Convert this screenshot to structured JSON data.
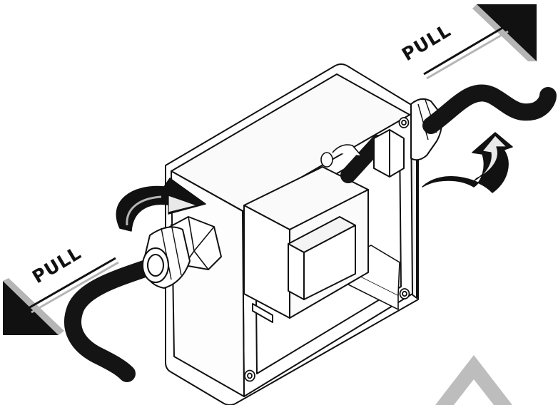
{
  "labels": {
    "pull_top_right": "PULL",
    "pull_bottom_left": "PULL"
  },
  "icons": {
    "direction_arrow_top_right": "triangle-arrow-up-right",
    "direction_arrow_bottom_left": "triangle-arrow-down-left",
    "rotate_arrow_left": "curved-rotate-arrow",
    "rotate_arrow_right": "curved-rotate-arrow",
    "watermark": "caret-up"
  },
  "colors": {
    "line": "#111111",
    "cable": "#141414",
    "arrow_shadow": "#b5b5b5",
    "arrow_light": "#e9e9e9",
    "watermark": "#bdbdbd",
    "background": "#ffffff"
  }
}
